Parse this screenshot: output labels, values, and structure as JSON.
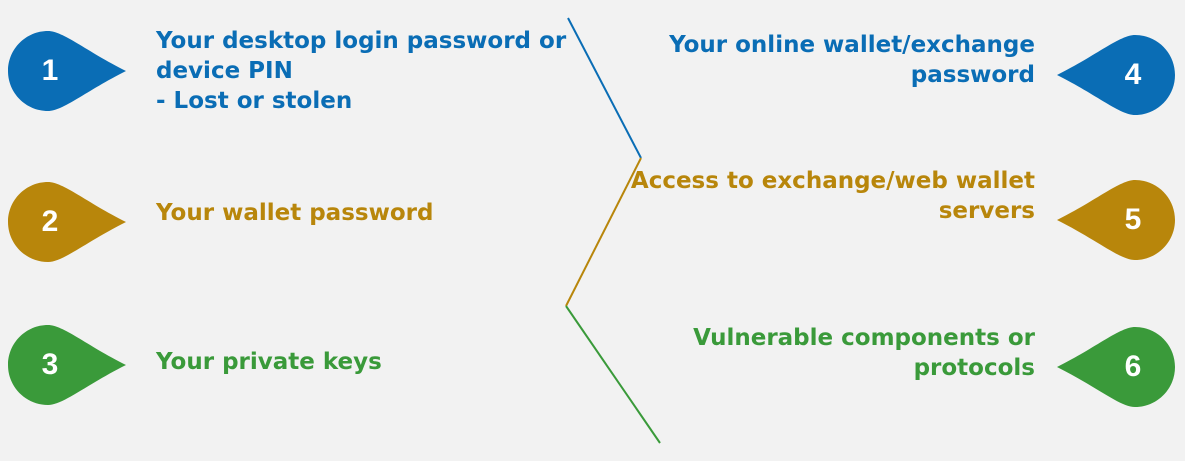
{
  "colors": {
    "blue": "#0a6db5",
    "gold": "#b8860b",
    "green": "#3a9a3a"
  },
  "left_items": [
    {
      "number": "1",
      "color": "blue",
      "lines": [
        "Your desktop login password or",
        "device PIN",
        "- Lost or stolen"
      ]
    },
    {
      "number": "2",
      "color": "gold",
      "lines": [
        "Your wallet password"
      ]
    },
    {
      "number": "3",
      "color": "green",
      "lines": [
        "Your private keys"
      ]
    }
  ],
  "right_items": [
    {
      "number": "4",
      "color": "blue",
      "lines": [
        "Your online wallet/exchange",
        "password"
      ]
    },
    {
      "number": "5",
      "color": "gold",
      "lines": [
        "Access to exchange/web wallet",
        "servers"
      ]
    },
    {
      "number": "6",
      "color": "green",
      "lines": [
        "Vulnerable components or",
        "protocols"
      ]
    }
  ]
}
